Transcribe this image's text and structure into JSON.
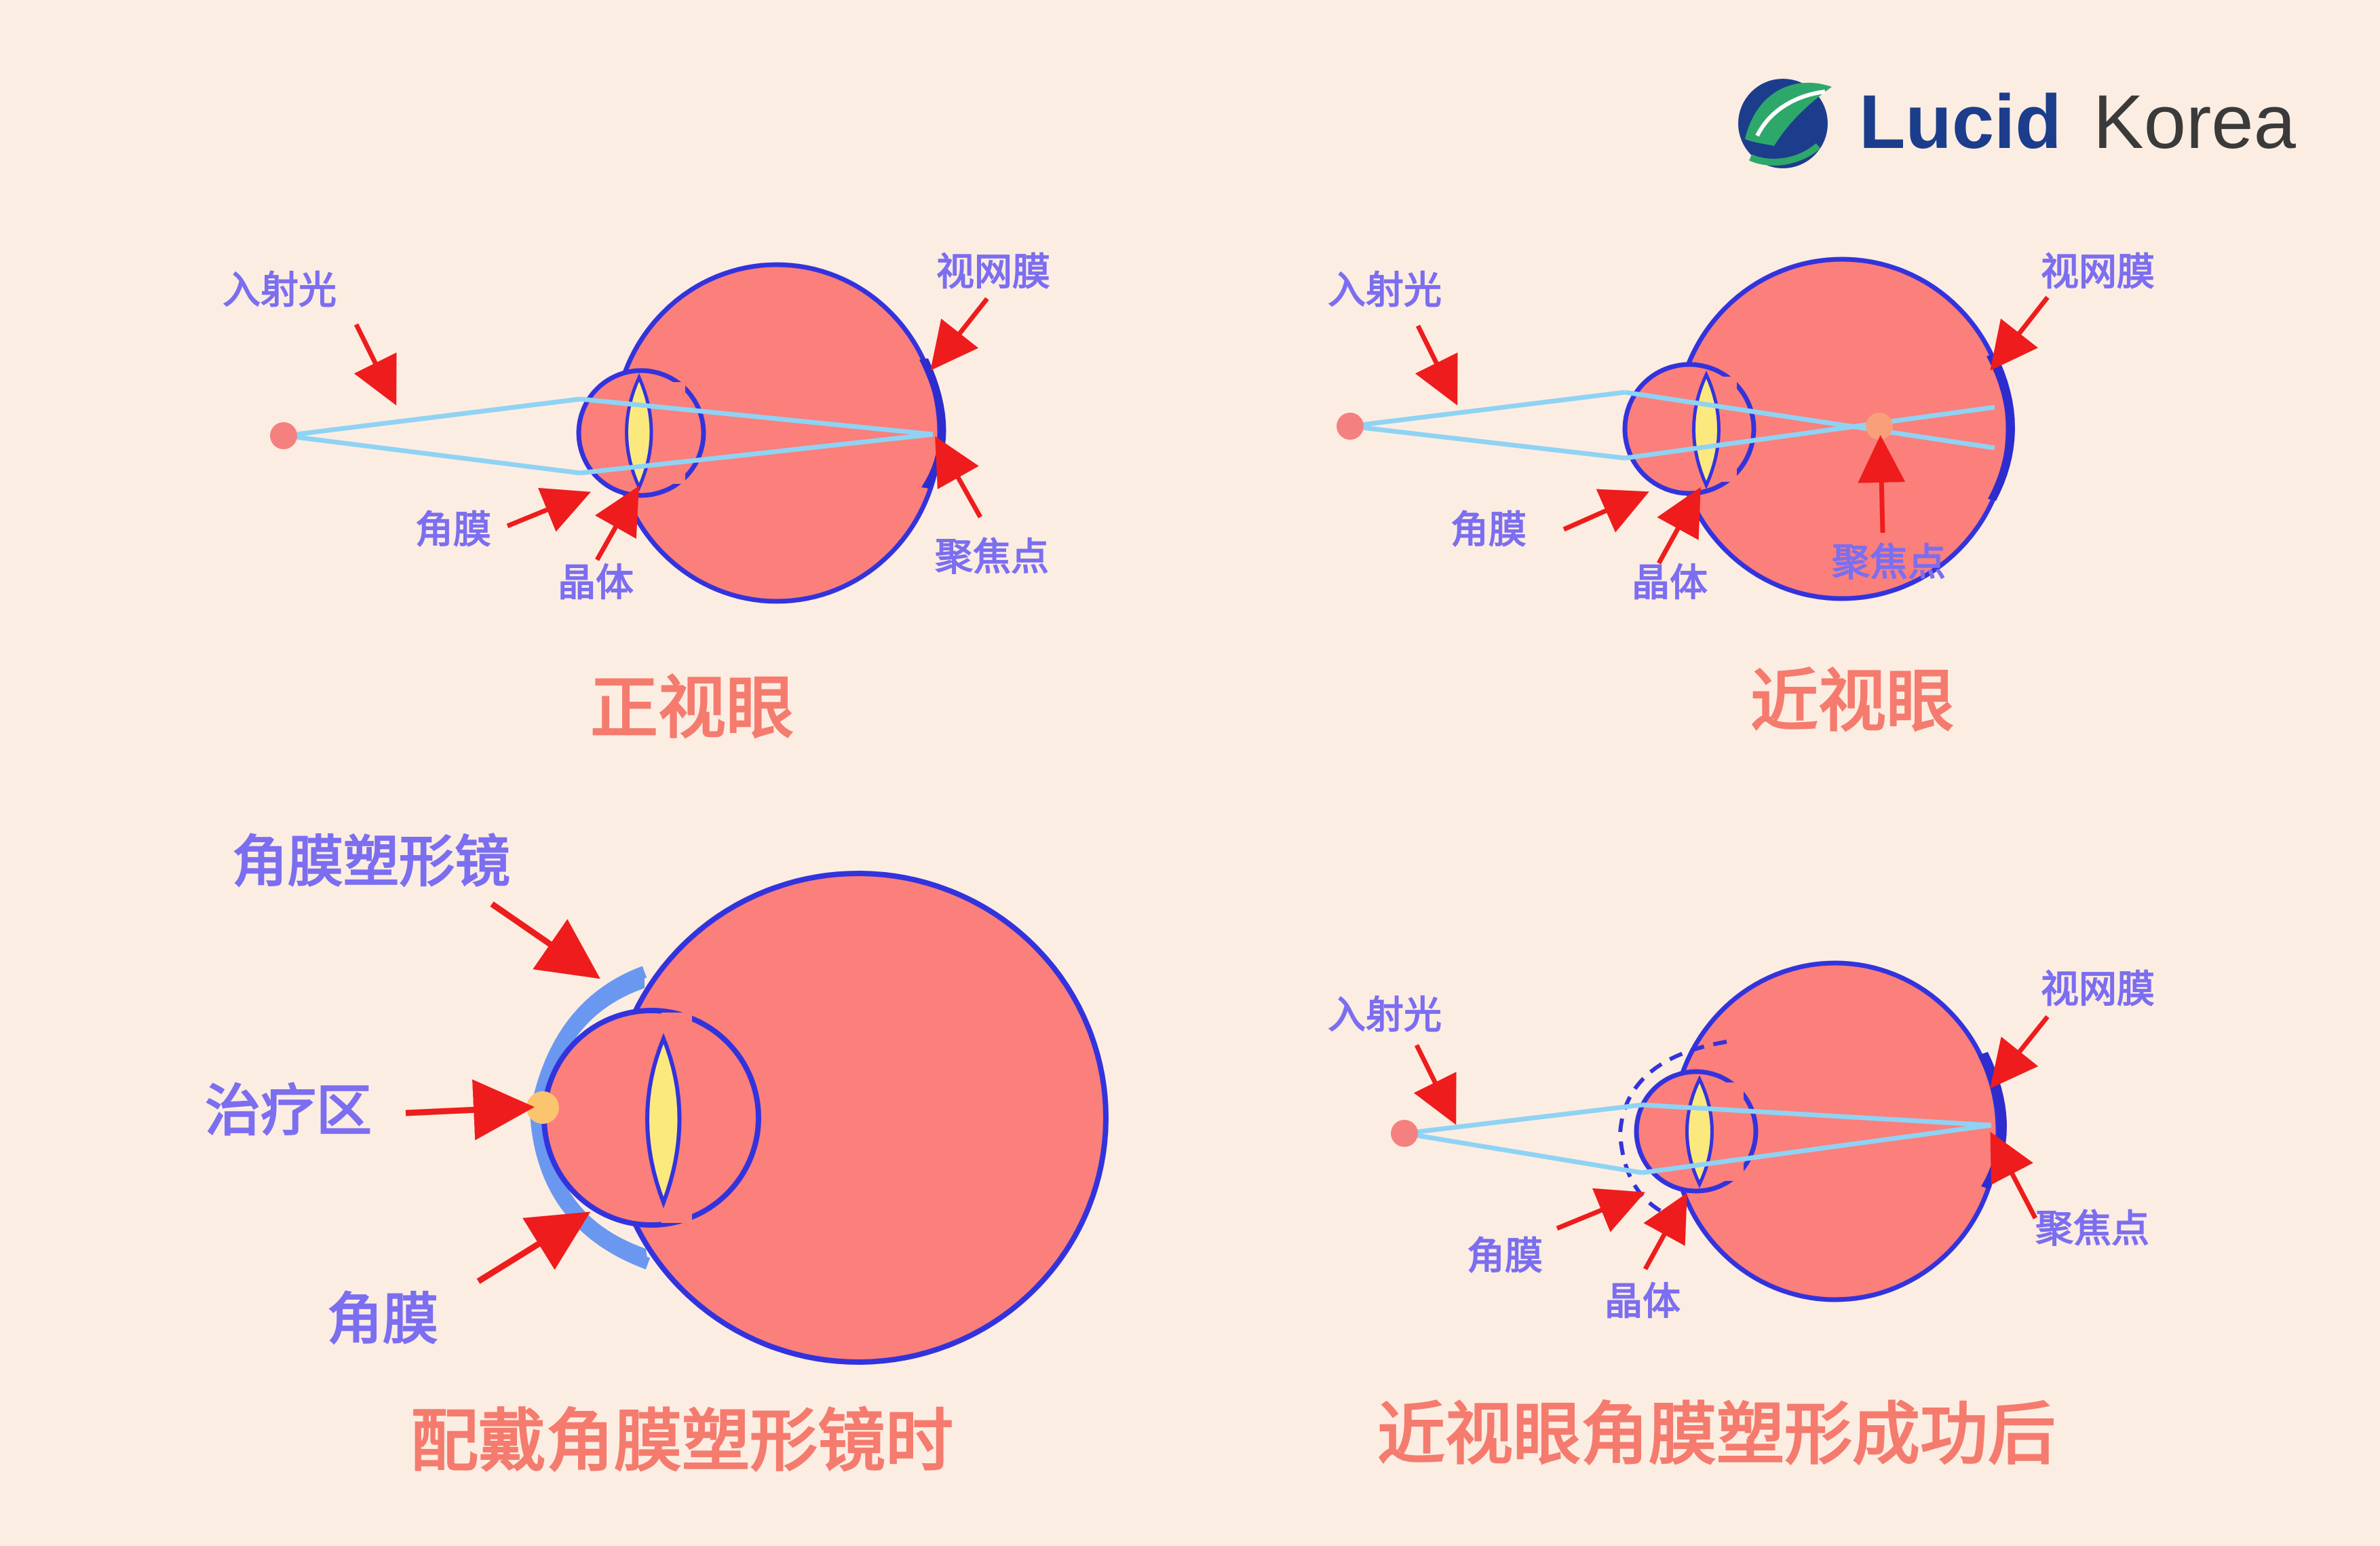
{
  "colors": {
    "background": "#fcede2",
    "eyeball": "#fb7f7a",
    "outline": "#3333dd",
    "retina": "#2c2ccf",
    "lens": "#fbe97e",
    "ray": "#8fd3f4",
    "arrow": "#ee1c1c",
    "label": "#7b6ef0",
    "caption": "#f47b6e",
    "lens_overlay": "#6a98f0",
    "brand_blue": "#1c3d8c",
    "brand_green": "#2ea86a"
  },
  "brand": {
    "name_bold": "Lucid",
    "name_regular": "Korea",
    "icon": "leaf-globe-logo-icon"
  },
  "panels": {
    "normal": {
      "caption": "正视眼",
      "incident_light": "入射光",
      "retina": "视网膜",
      "cornea": "角膜",
      "lens": "晶体",
      "focus": "聚焦点"
    },
    "myopia": {
      "caption": "近视眼",
      "incident_light": "入射光",
      "retina": "视网膜",
      "cornea": "角膜",
      "lens": "晶体",
      "focus": "聚焦点"
    },
    "orthok": {
      "caption": "配戴角膜塑形镜时",
      "ortho_lens": "角膜塑形镜",
      "treatment_zone": "治疗区",
      "cornea": "角膜"
    },
    "after": {
      "caption": "近视眼角膜塑形成功后",
      "incident_light": "入射光",
      "retina": "视网膜",
      "cornea": "角膜",
      "lens": "晶体",
      "focus": "聚焦点"
    }
  }
}
